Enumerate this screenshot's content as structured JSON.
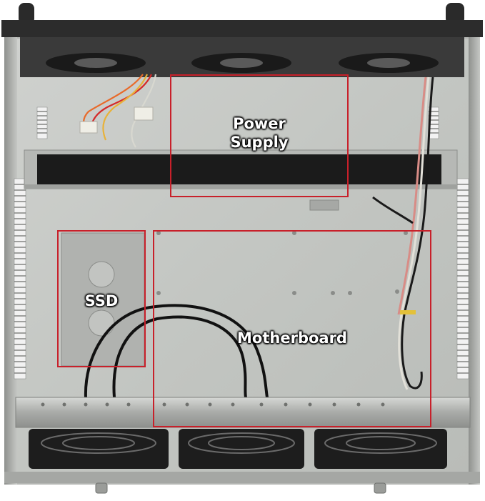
{
  "regions": [
    {
      "key": "power_supply",
      "lines": [
        "Power",
        "Supply"
      ]
    },
    {
      "key": "ssd",
      "lines": [
        "SSD"
      ]
    },
    {
      "key": "motherboard",
      "lines": [
        "Motherboard"
      ]
    }
  ],
  "colors": {
    "region_outline": "#c8202a",
    "chassis_panel": "#c9cbc8",
    "chassis_frame": "#2b2b2b",
    "rail": "#a7a9a6",
    "fan": "#1c1c1c",
    "label_text": "#ffffff"
  }
}
